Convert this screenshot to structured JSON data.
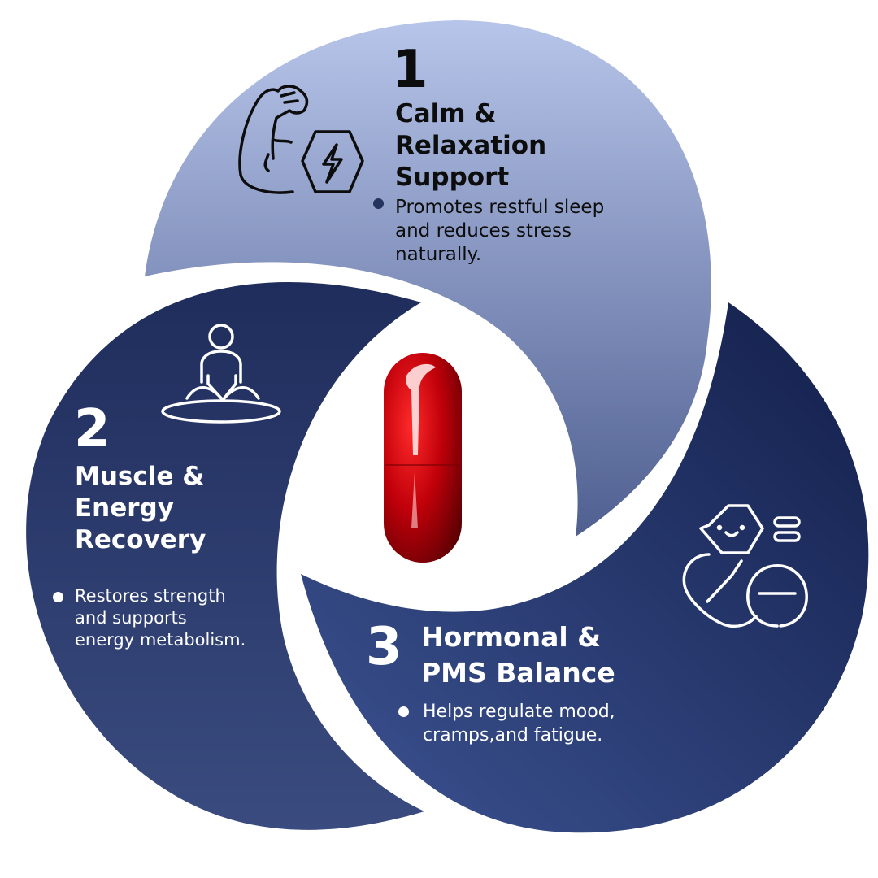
{
  "colors": {
    "petal1_top": "#b7c5ea",
    "petal1_bottom": "#4f5f90",
    "petal2_top": "#1f2d5c",
    "petal2_bottom": "#3a4b7f",
    "petal3_top": "#131f4b",
    "petal3_bottom": "#3c5392",
    "capsule": "#c0000a",
    "dark_text": "#0d0d0d",
    "light_text": "#ffffff",
    "bullet_dark": "#24345f"
  },
  "center": {
    "image": "red-softgel-capsule"
  },
  "benefits": [
    {
      "number": "1",
      "title_lines": [
        "Calm &",
        "Relaxation",
        "Support"
      ],
      "description_lines": [
        "Promotes restful sleep",
        "and reduces stress",
        "naturally."
      ],
      "icon": "flexed-arm-lightning-icon"
    },
    {
      "number": "2",
      "title_lines": [
        "Muscle &",
        "Energy",
        "Recovery"
      ],
      "description_lines": [
        "Restores strength",
        "and supports",
        "energy metabolism."
      ],
      "icon": "meditation-icon"
    },
    {
      "number": "3",
      "title_lines": [
        "Hormonal &",
        "PMS Balance"
      ],
      "description_lines": [
        "Helps regulate mood,",
        "cramps,and fatigue."
      ],
      "icon": "pills-smiley-icon"
    }
  ]
}
